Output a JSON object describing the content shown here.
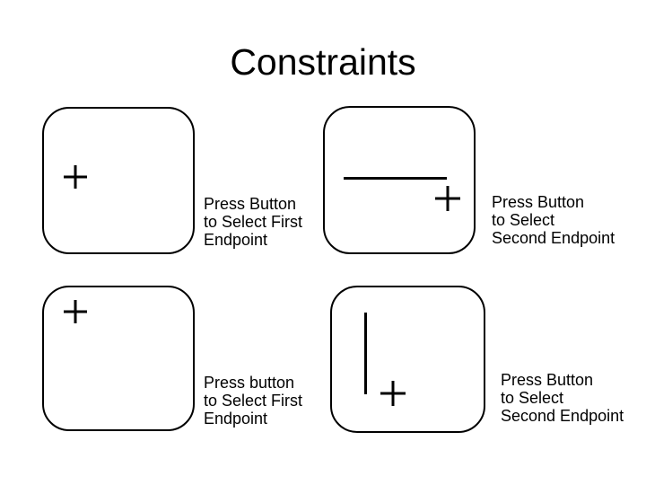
{
  "title": "Constraints",
  "colors": {
    "background": "#FFFFFF",
    "ink": "#000000"
  },
  "panels": [
    {
      "name": "first-endpoint-top",
      "graphics": [
        "crosshair-cursor"
      ],
      "caption": [
        "Press Button",
        "to Select First",
        "Endpoint"
      ]
    },
    {
      "name": "second-endpoint-top",
      "graphics": [
        "horizontal-line",
        "crosshair-cursor"
      ],
      "caption": [
        "Press Button",
        "to Select",
        "Second Endpoint"
      ]
    },
    {
      "name": "first-endpoint-bottom",
      "graphics": [
        "crosshair-cursor"
      ],
      "caption": [
        "Press button",
        "to Select First",
        "Endpoint"
      ]
    },
    {
      "name": "second-endpoint-bottom",
      "graphics": [
        "vertical-line",
        "crosshair-cursor"
      ],
      "caption": [
        "Press Button",
        "to Select",
        "Second Endpoint"
      ]
    }
  ]
}
